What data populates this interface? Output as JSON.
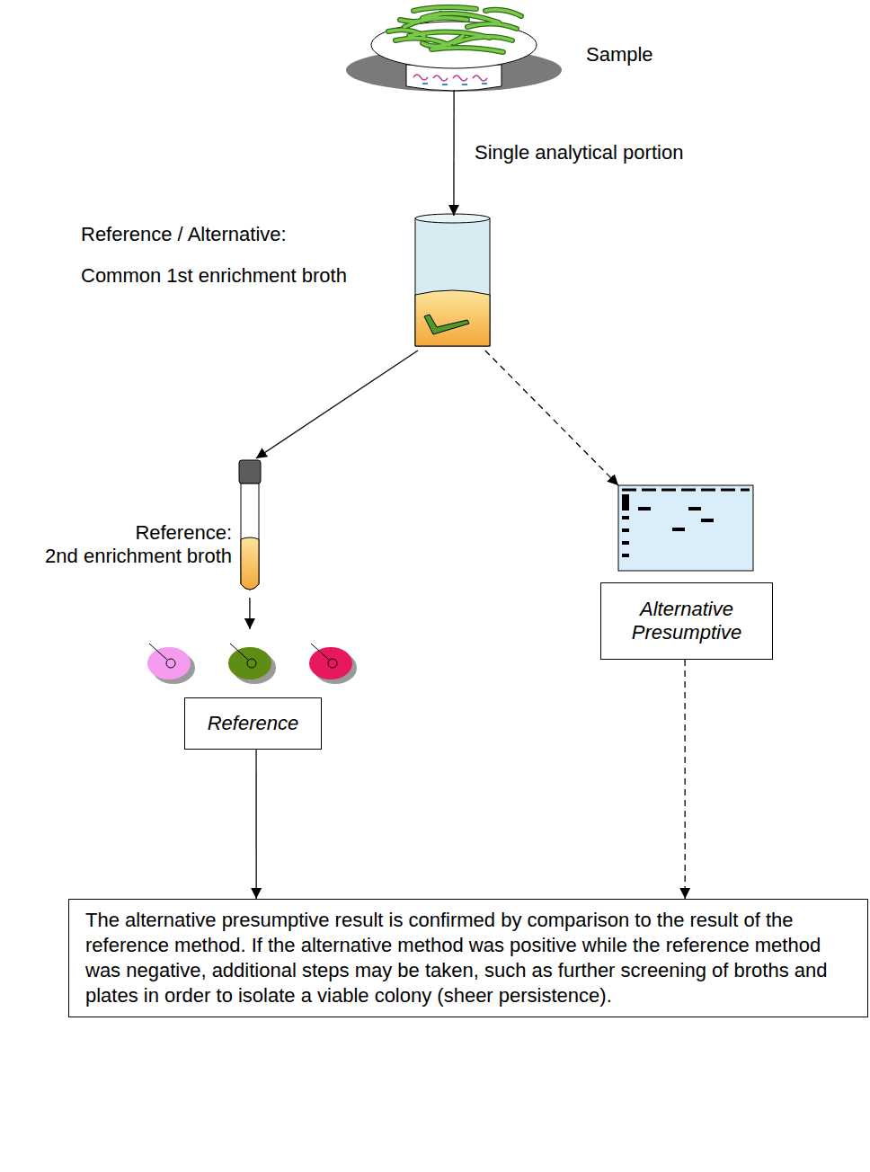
{
  "diagram": {
    "nodes": [
      {
        "text": [
          "Sample"
        ]
      },
      {
        "text": [
          "Reference / Alternative:",
          "Common 1st enrichment broth"
        ]
      },
      {
        "text": [
          "Reference:",
          "2nd enrichment broth"
        ]
      },
      {
        "text": [
          "Alternative Presumptive"
        ]
      },
      {
        "text": [
          "Reference"
        ]
      },
      {
        "text": [
          "The alternative presumptive result is confirmed by comparison to the result of the reference method. If the alternative method was positive while the reference method was negative, additional steps may be taken, such as further screening of broths and plates in order to isolate a viable colony (sheer persistence)."
        ]
      }
    ],
    "edges": [
      {
        "from": 0,
        "to": 1,
        "label": "Single analytical portion",
        "arrow": "to"
      },
      {
        "from": 1,
        "to": 2,
        "arrow": "to"
      },
      {
        "from": 1,
        "to": 3,
        "arrow": "to"
      },
      {
        "from": 2,
        "to": 4,
        "arrow": "to"
      },
      {
        "from": 4,
        "to": 5,
        "arrow": "to"
      },
      {
        "from": 3,
        "to": 5,
        "arrow": "to"
      }
    ]
  }
}
